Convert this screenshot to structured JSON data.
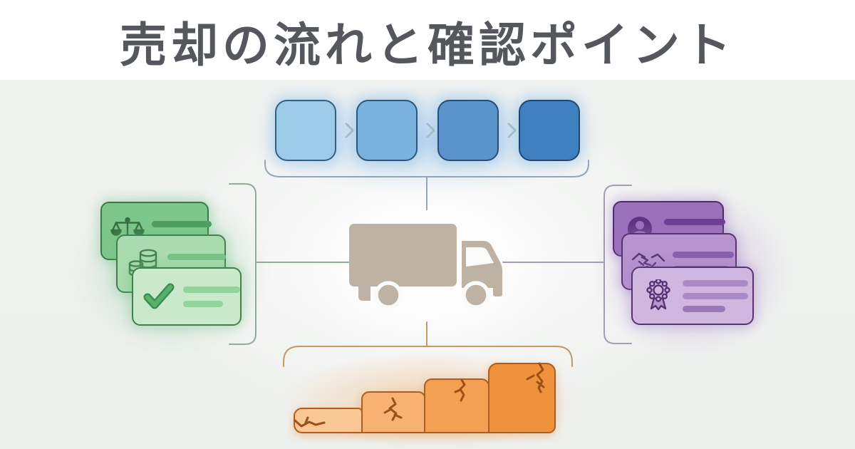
{
  "header": {
    "title": "売却の流れと確認ポイント"
  },
  "diagram": {
    "center": {
      "icon": "truck-icon",
      "color": "#bdb2a3"
    },
    "process_flow": {
      "description_icon": "process-steps-group",
      "arrow_icon": "chevron-right-icon",
      "bracket_color": "#93a7b8",
      "steps": [
        {
          "name": "process-step-1",
          "fill": "#9ccbe9",
          "border": "#31617f"
        },
        {
          "name": "process-step-2",
          "fill": "#79b3dd",
          "border": "#2e567a"
        },
        {
          "name": "process-step-3",
          "fill": "#5b93cc",
          "border": "#2a4e72"
        },
        {
          "name": "process-step-4",
          "fill": "#3f80c0",
          "border": "#25466a"
        }
      ]
    },
    "left_group": {
      "bracket_color": "#93ac98",
      "cards": [
        {
          "icon": "scales-icon",
          "fill": "#7ec78a",
          "border": "#3a7847",
          "bars": 2
        },
        {
          "icon": "coins-icon",
          "fill": "#a9dbae",
          "border": "#44804f",
          "bars": 2
        },
        {
          "icon": "check-icon",
          "fill": "#c9e9ca",
          "border": "#44804f",
          "bars": 2
        }
      ]
    },
    "right_group": {
      "bracket_color": "#a79cb6",
      "cards": [
        {
          "icon": "id-card-person-icon",
          "fill": "#9b70ba",
          "border": "#4e2e68",
          "bars": 2
        },
        {
          "icon": "handshake-icon",
          "fill": "#b794ce",
          "border": "#563473",
          "bars": 2
        },
        {
          "icon": "award-ribbon-icon",
          "fill": "#cfb7e0",
          "border": "#563473",
          "bars": 3
        }
      ]
    },
    "bottom_group": {
      "bracket_color": "#c69a66",
      "border": "#b05c1c",
      "crack_icon": "crack-mark",
      "steps": [
        {
          "name": "rising-step-1",
          "width": 97,
          "height": 36,
          "fill": "#f8c795"
        },
        {
          "name": "rising-step-2",
          "width": 91,
          "height": 59,
          "fill": "#f6b173"
        },
        {
          "name": "rising-step-3",
          "width": 92,
          "height": 77,
          "fill": "#f3a052"
        },
        {
          "name": "rising-step-4",
          "width": 95,
          "height": 99,
          "fill": "#f0913c"
        }
      ]
    }
  }
}
